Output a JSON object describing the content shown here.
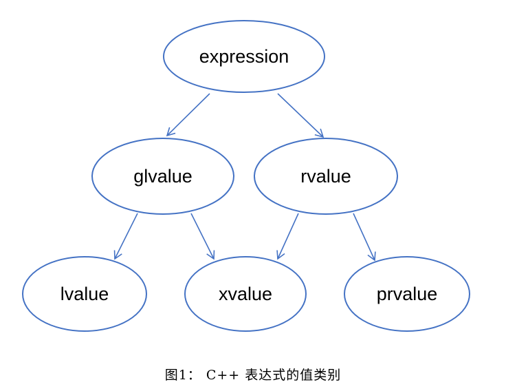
{
  "colors": {
    "node_stroke": "#4472c4",
    "edge": "#4472c4",
    "text": "#000000",
    "background": "#ffffff"
  },
  "nodes": {
    "expression": "expression",
    "glvalue": "glvalue",
    "rvalue": "rvalue",
    "lvalue": "lvalue",
    "xvalue": "xvalue",
    "prvalue": "prvalue"
  },
  "edges": [
    {
      "from": "expression",
      "to": "glvalue"
    },
    {
      "from": "expression",
      "to": "rvalue"
    },
    {
      "from": "glvalue",
      "to": "lvalue"
    },
    {
      "from": "glvalue",
      "to": "xvalue"
    },
    {
      "from": "rvalue",
      "to": "xvalue"
    },
    {
      "from": "rvalue",
      "to": "prvalue"
    }
  ],
  "caption": "图1： C++ 表达式的值类别"
}
